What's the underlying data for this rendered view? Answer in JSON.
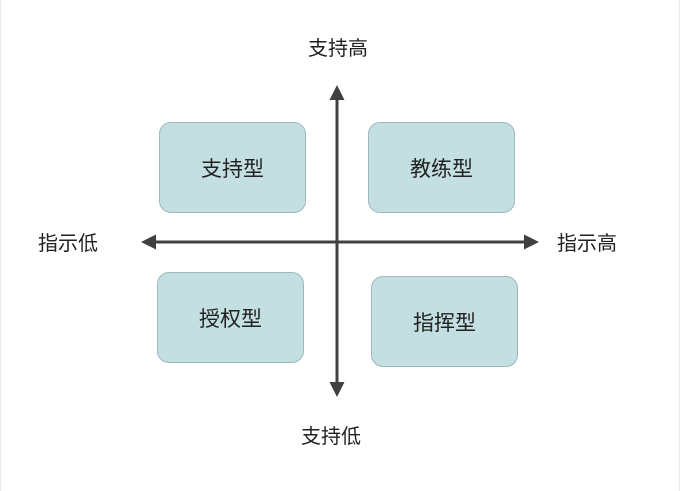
{
  "axis_labels": {
    "support_high": "支持高",
    "support_low": "支持低",
    "direction_low": "指示低",
    "direction_high": "指示高"
  },
  "quadrants": {
    "top_left": "支持型",
    "top_right": "教练型",
    "bottom_left": "授权型",
    "bottom_right": "指挥型"
  },
  "colors": {
    "box_fill": "#c3dfe1",
    "axis": "#404040"
  }
}
